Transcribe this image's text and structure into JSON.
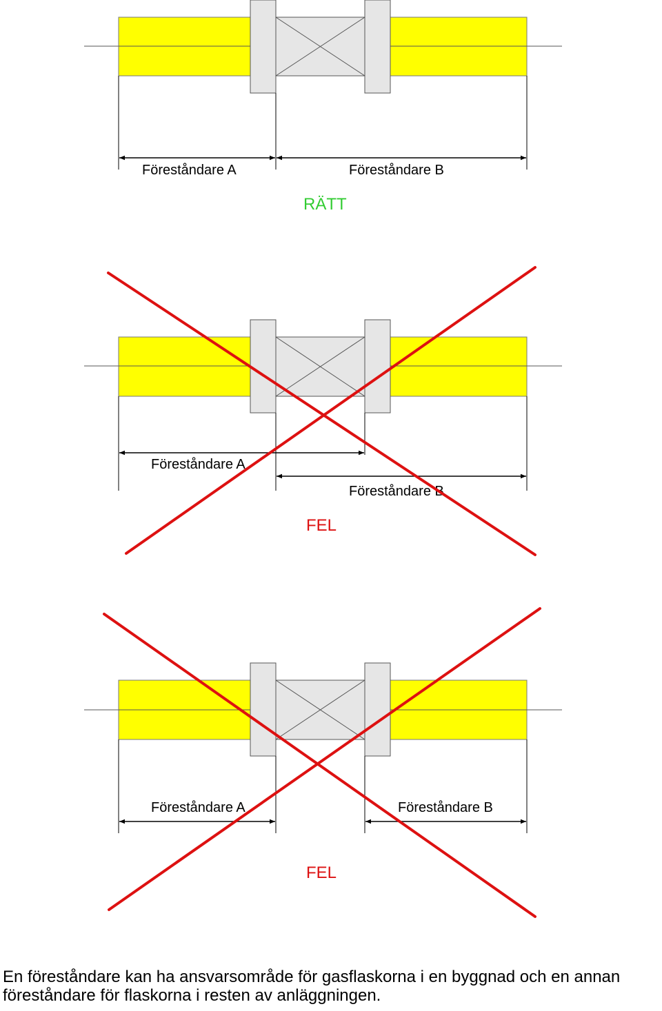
{
  "colors": {
    "pipe": "#ffff00",
    "fitting": "#e6e6e6",
    "outline": "#555555",
    "dimension": "#000000",
    "correct": "#33cc33",
    "wrong": "#dd1111"
  },
  "panels": [
    {
      "id": "ratt",
      "verdict": "RÄTT",
      "verdict_color": "#33cc33",
      "crossed_out": false,
      "label_a": "Föreståndare A",
      "label_b": "Föreståndare B"
    },
    {
      "id": "fel-overlap",
      "verdict": "FEL",
      "verdict_color": "#dd1111",
      "crossed_out": true,
      "label_a": "Föreståndare A",
      "label_b": "Föreståndare B"
    },
    {
      "id": "fel-gap",
      "verdict": "FEL",
      "verdict_color": "#dd1111",
      "crossed_out": true,
      "label_a": "Föreståndare A",
      "label_b": "Föreståndare B"
    }
  ],
  "caption": {
    "line1": "En föreståndare kan ha ansvarsområde för gasflaskorna i en byggnad och en annan",
    "line2": "föreståndare för flaskorna i resten av anläggningen."
  }
}
